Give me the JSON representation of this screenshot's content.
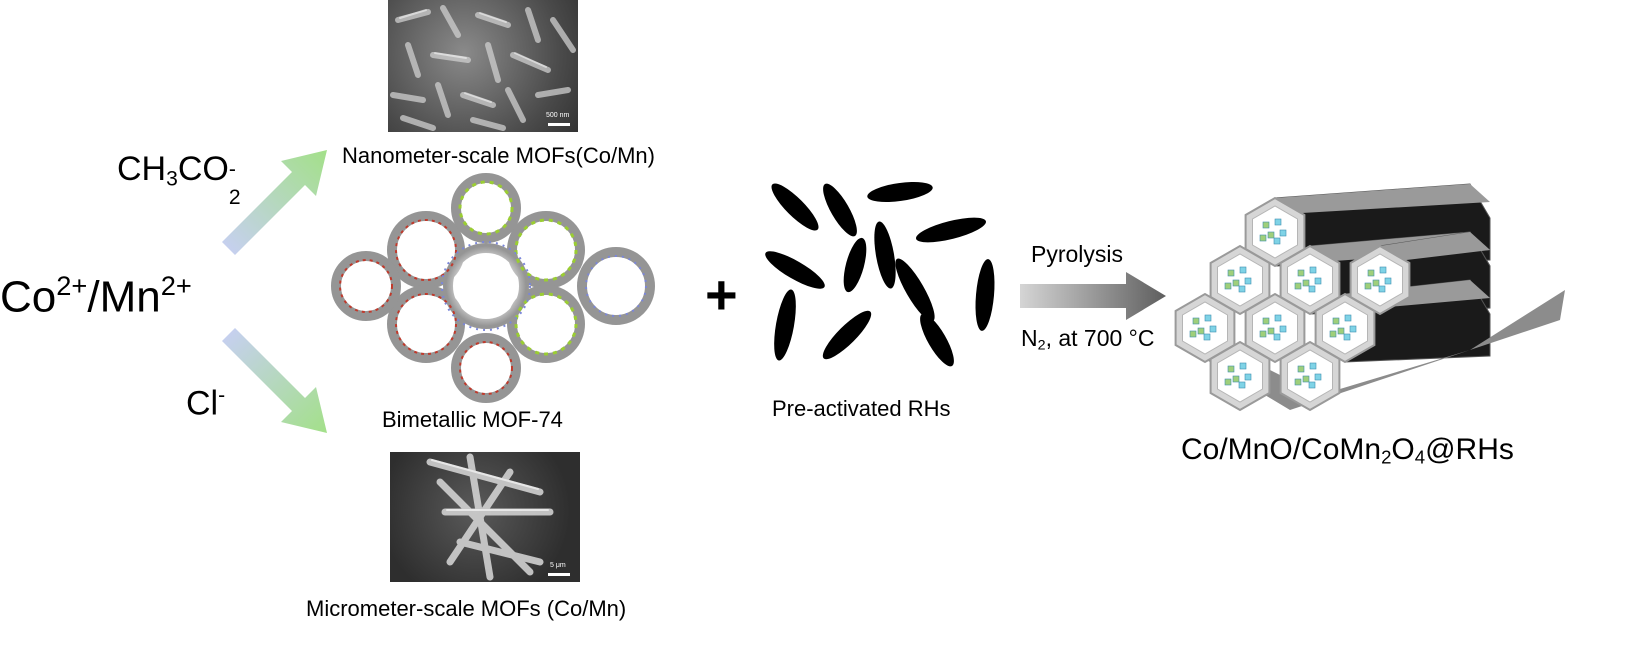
{
  "reactant": {
    "ion1": "Co",
    "ion1_charge": "2+",
    "separator": "/",
    "ion2": "Mn",
    "ion2_charge": "2+"
  },
  "route_top": {
    "ligand_base": "CH",
    "ligand_sub1": "3",
    "ligand_mid": "CO",
    "ligand_sub2": "2",
    "ligand_sup": "-"
  },
  "route_bottom": {
    "ligand": "Cl",
    "ligand_sup": "-"
  },
  "sem_top": {
    "caption": "Nanometer-scale MOFs(Co/Mn)",
    "scale_label": "500 nm"
  },
  "mof": {
    "caption": "Bimetallic MOF-74"
  },
  "sem_bottom": {
    "caption": "Micrometer-scale MOFs (Co/Mn)",
    "scale_label": "5 μm"
  },
  "plus_sign": "+",
  "rice_husks": {
    "caption": "Pre-activated RHs"
  },
  "process": {
    "above": "Pyrolysis",
    "gas_base": "N",
    "gas_sub": "2",
    "condition_rest": ", at 700 °C"
  },
  "product": {
    "part1": "Co/MnO/CoMn",
    "sub1": "2",
    "part2": "O",
    "sub2": "4",
    "part3": "@RHs"
  },
  "colors": {
    "arrow_top_end": "#a3e089",
    "arrow_start": "#c8cff5",
    "gray_arrow": "#6a6a6a",
    "husk": "#000000"
  }
}
